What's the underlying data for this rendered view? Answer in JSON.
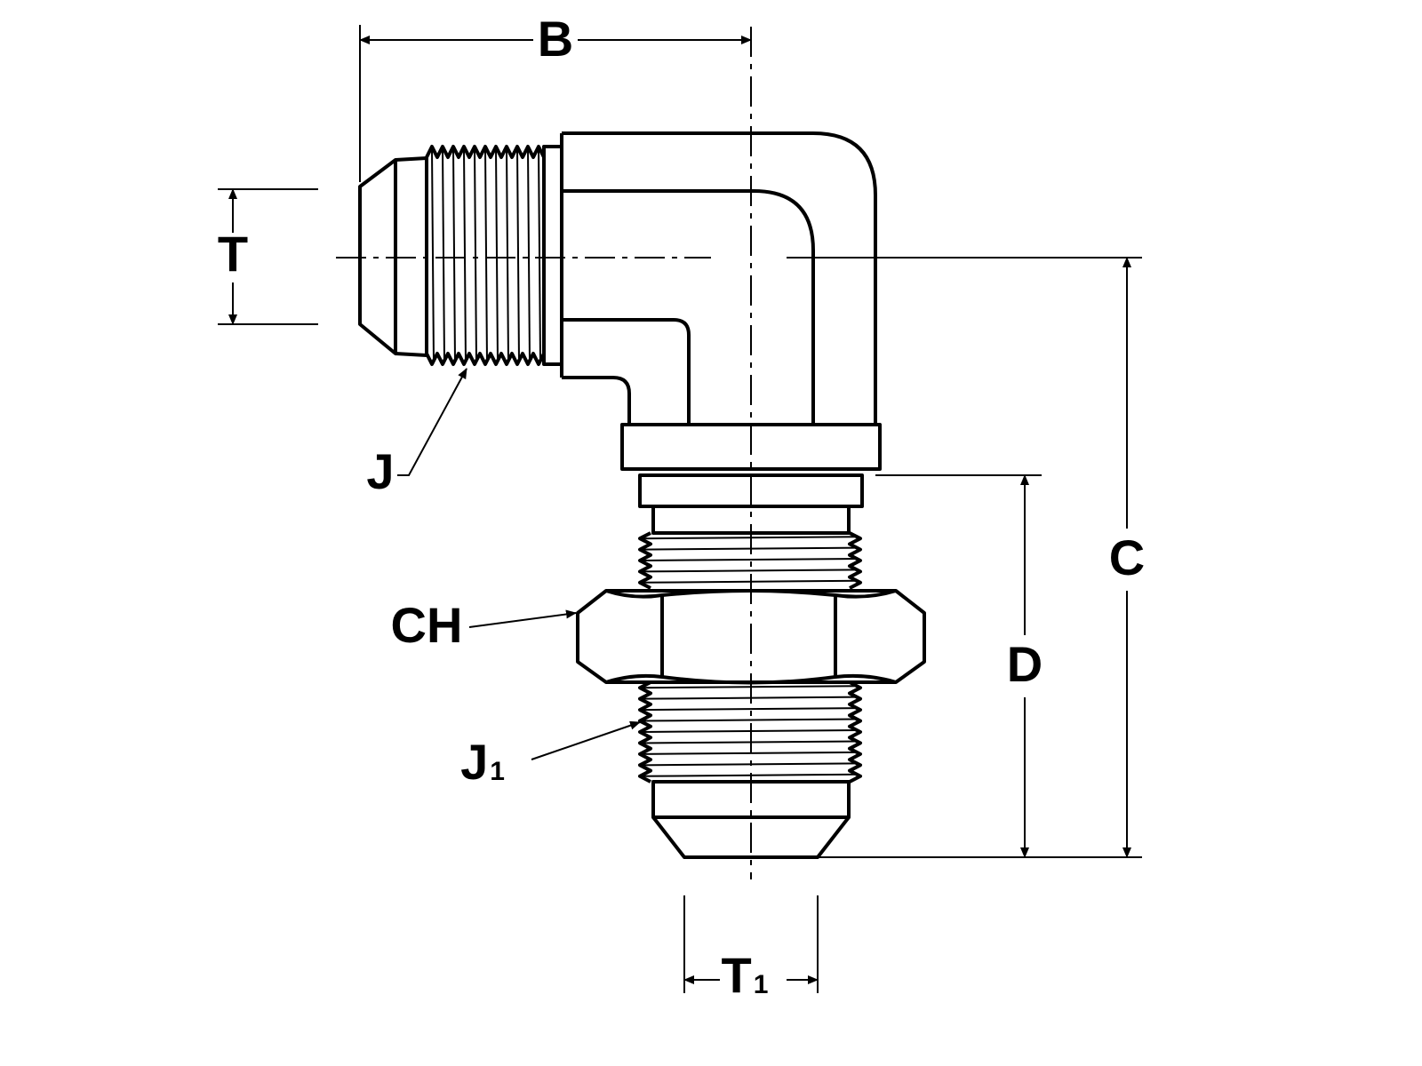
{
  "diagram": {
    "labels": {
      "B": "B",
      "T": "T",
      "J": "J",
      "CH": "CH",
      "J1_main": "J",
      "J1_sub": "1",
      "D": "D",
      "C": "C",
      "T1_main": "T",
      "T1_sub": "1"
    }
  }
}
